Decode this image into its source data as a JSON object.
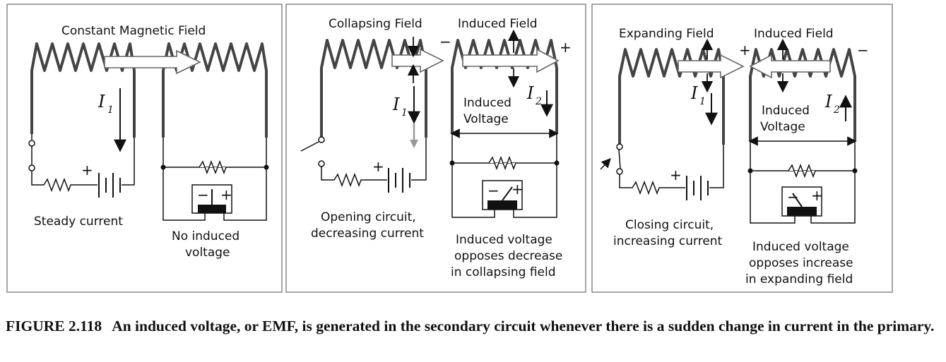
{
  "panels": [
    {
      "field_label": "Constant Magnetic Field",
      "primary_current": "I",
      "primary_current_sub": "1",
      "battery_sign": "+",
      "meter_minus": "−",
      "meter_plus": "+",
      "primary_caption": [
        "Steady current"
      ],
      "secondary_caption": [
        "No induced",
        "voltage"
      ]
    },
    {
      "field_label": "Collapsing Field",
      "induced_field_label": "Induced Field",
      "secondary_left_sign": "−",
      "secondary_right_sign": "+",
      "primary_current": "I",
      "primary_current_sub": "1",
      "secondary_current": "I",
      "secondary_current_sub": "2",
      "induced_voltage_label": [
        "Induced",
        "Voltage"
      ],
      "battery_sign": "+",
      "meter_minus": "−",
      "meter_plus": "+",
      "primary_caption": [
        "Opening circuit,",
        "decreasing current"
      ],
      "secondary_caption": [
        "Induced voltage",
        "opposes decrease",
        "in collapsing field"
      ]
    },
    {
      "field_label": "Expanding Field",
      "induced_field_label": "Induced Field",
      "secondary_left_sign": "+",
      "secondary_right_sign": "−",
      "primary_current": "I",
      "primary_current_sub": "1",
      "secondary_current": "I",
      "secondary_current_sub": "2",
      "induced_voltage_label": [
        "Induced",
        "Voltage"
      ],
      "battery_sign": "+",
      "meter_minus": "−",
      "meter_plus": "+",
      "primary_caption": [
        "Closing circuit,",
        "increasing current"
      ],
      "secondary_caption": [
        "Induced voltage",
        "opposes increase",
        "in expanding field"
      ]
    }
  ],
  "caption": {
    "figure_number": "FIGURE 2.118",
    "text": "An induced voltage, or EMF, is generated in the secondary circuit whenever there is a sudden change in current in the primary."
  }
}
